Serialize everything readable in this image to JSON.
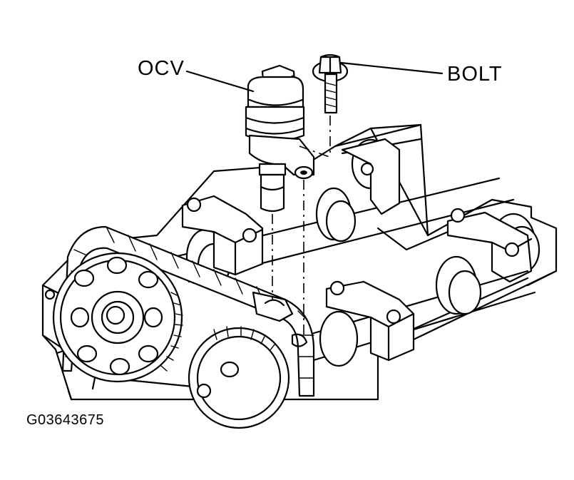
{
  "labels": {
    "ocv": "OCV",
    "bolt": "BOLT",
    "figure_code": "G03643675"
  },
  "colors": {
    "line": "#000000",
    "background": "#ffffff"
  }
}
